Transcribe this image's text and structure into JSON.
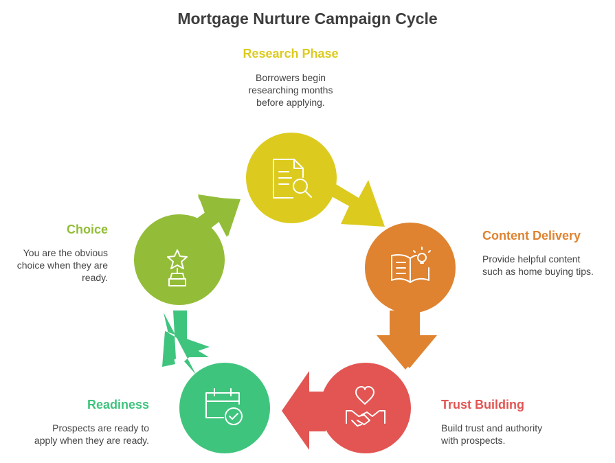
{
  "title": "Mortgage Nurture Campaign Cycle",
  "colors": {
    "research": "#dccb1e",
    "content": "#df8330",
    "trust": "#e25552",
    "readiness": "#3fc47e",
    "choice": "#93bd38"
  },
  "stages": [
    {
      "key": "research",
      "label": "Research Phase",
      "desc_lines": [
        "Borrowers begin",
        "researching months",
        "before applying."
      ],
      "icon": "document-search-icon"
    },
    {
      "key": "content",
      "label": "Content Delivery",
      "desc_lines": [
        "Provide helpful content",
        "such as home buying tips."
      ],
      "icon": "book-lightbulb-icon"
    },
    {
      "key": "trust",
      "label": "Trust Building",
      "desc_lines": [
        "Build trust and authority",
        "with prospects."
      ],
      "icon": "handshake-heart-icon"
    },
    {
      "key": "readiness",
      "label": "Readiness",
      "desc_lines": [
        "Prospects are ready to",
        "apply when they are ready."
      ],
      "icon": "calendar-check-icon"
    },
    {
      "key": "choice",
      "label": "Choice",
      "desc_lines": [
        "You are the obvious",
        "choice when they are",
        "ready."
      ],
      "icon": "star-trophy-icon"
    }
  ]
}
